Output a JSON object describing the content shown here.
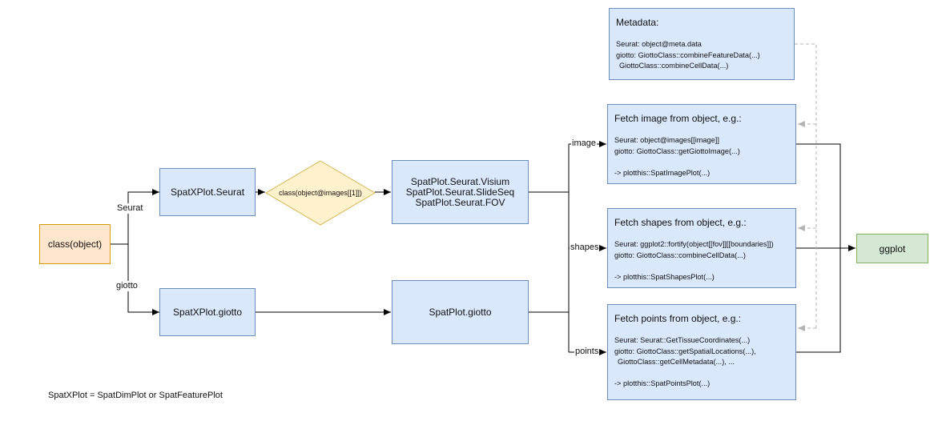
{
  "diagram": {
    "root": {
      "label": "class(object)"
    },
    "branches": {
      "seurat": "Seurat",
      "giotto": "giotto"
    },
    "seurat_function": "SpatXPlot.Seurat",
    "giotto_function": "SpatXPlot.giotto",
    "decision": "class(object@images[[1]])",
    "seurat_methods": [
      "SpatPlot.Seurat.Visium",
      "SpatPlot.Seurat.SlideSeq",
      "SpatPlot.Seurat.FOV"
    ],
    "giotto_method": "SpatPlot.giotto",
    "edge_labels": {
      "image": "image",
      "shapes": "shapes",
      "points": "points"
    },
    "metadata": {
      "title": "Metadata:",
      "lines": [
        "Seurat: object@meta.data",
        "giotto: GiottoClass::combineFeatureData(...)",
        "  GiottoClass::combineCellData(...)"
      ]
    },
    "fetch_image": {
      "title": "Fetch image from object, e.g.:",
      "lines": [
        "Seurat: object@images[[image]]",
        "giotto: GiottoClass::getGiottoImage(...)"
      ],
      "plot": "-> plotthis::SpatImagePlot(...)"
    },
    "fetch_shapes": {
      "title": "Fetch shapes from object, e.g.:",
      "lines": [
        "Seurat: ggplot2::fortify(object[[fov]][[boundaries]])",
        "giotto: GiottoClass::combineCellData(...)"
      ],
      "plot": "-> plotthis::SpatShapesPlot(...)"
    },
    "fetch_points": {
      "title": "Fetch points from object, e.g.:",
      "lines": [
        "Seurat: Seurat::GetTissueCoordinates(...)",
        "giotto: GiottoClass::getSpatialLocations(...),",
        "  GiottoClass::getCellMetadata(...), ..."
      ],
      "plot": "-> plotthis::SpatPointsPlot(...)"
    },
    "output": {
      "label": "ggplot"
    },
    "footnote": "SpatXPlot = SpatDimPlot or SpatFeaturePlot"
  },
  "colors": {
    "blue_fill": "#dae8fc",
    "blue_stroke": "#6c8ebf",
    "orange_fill": "#ffe6cc",
    "orange_stroke": "#d79b00",
    "yellow_fill": "#fff2cc",
    "yellow_stroke": "#d6b656",
    "green_fill": "#d5e8d4",
    "green_stroke": "#82b366",
    "dashed_edge": "#b3b3b3"
  }
}
